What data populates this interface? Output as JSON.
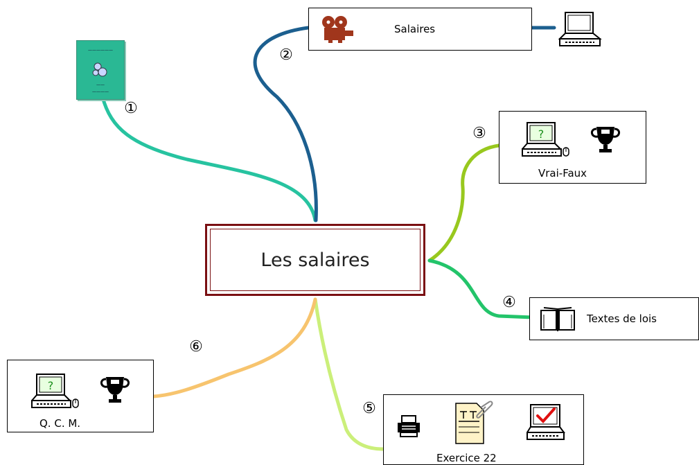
{
  "center": {
    "title": "Les salaires"
  },
  "branches": [
    {
      "number": "①",
      "color": "#27c3a0"
    },
    {
      "number": "②",
      "label": "Salaires",
      "color": "#1c5f8f"
    },
    {
      "number": "③",
      "label": "Vrai-Faux",
      "color": "#98c81e"
    },
    {
      "number": "④",
      "label": "Textes de lois",
      "color": "#23c46a"
    },
    {
      "number": "⑤",
      "label": "Exercice 22",
      "color": "#cbef7a"
    },
    {
      "number": "⑥",
      "label": "Q. C. M.",
      "color": "#f7c46e"
    }
  ],
  "icons": {
    "book": "book-cover-icon",
    "projector": "film-projector-icon",
    "computer": "computer-icon",
    "quiz_computer": "quiz-computer-mouse-icon",
    "trophy": "trophy-icon",
    "open_book": "open-book-icon",
    "printer": "printer-icon",
    "document": "document-paperclip-icon",
    "checked_computer": "computer-checkmark-icon"
  }
}
